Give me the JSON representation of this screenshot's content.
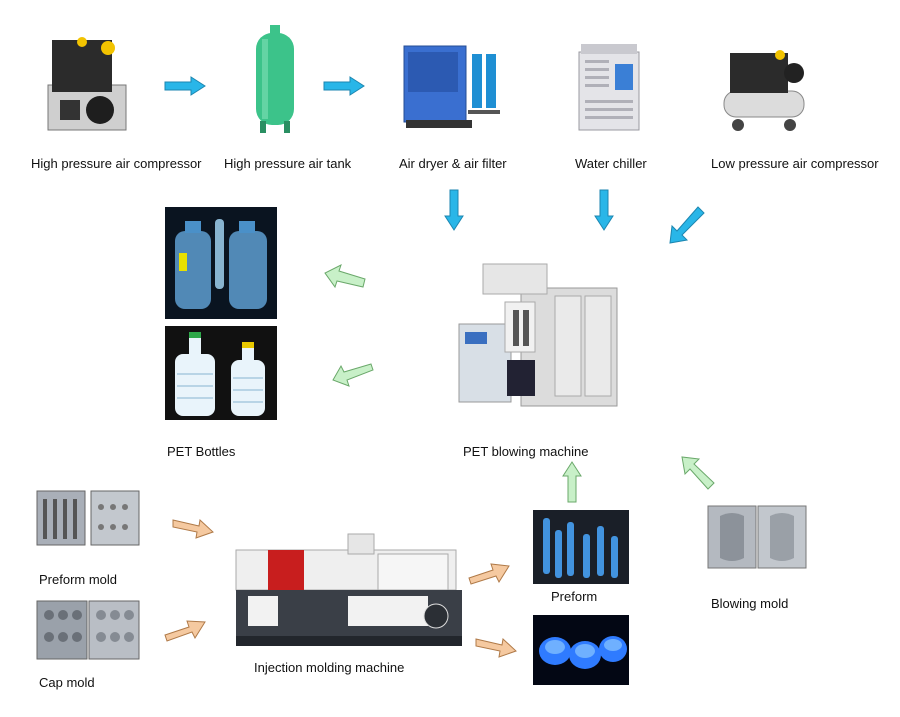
{
  "labels": {
    "hp_compressor": "High pressure air compressor",
    "hp_tank": "High pressure air tank",
    "dryer": "Air dryer & air filter",
    "chiller": "Water chiller",
    "lp_compressor": "Low pressure air compressor",
    "pet_bottles": "PET Bottles",
    "blowing_machine": "PET blowing machine",
    "preform_mold": "Preform mold",
    "cap_mold": "Cap mold",
    "injection_machine": "Injection molding machine",
    "preform": "Preform",
    "blowing_mold": "Blowing mold"
  },
  "colors": {
    "blue_arrow": "#29b6e8",
    "green_arrow": "#c8f0c8",
    "orange_arrow": "#f5c9a0"
  },
  "icons": [
    "compressor-icon",
    "tank-icon",
    "dryer-icon",
    "chiller-icon",
    "compressor-icon",
    "bottle-icon",
    "machine-icon",
    "mold-icon",
    "preform-icon",
    "cap-icon"
  ]
}
